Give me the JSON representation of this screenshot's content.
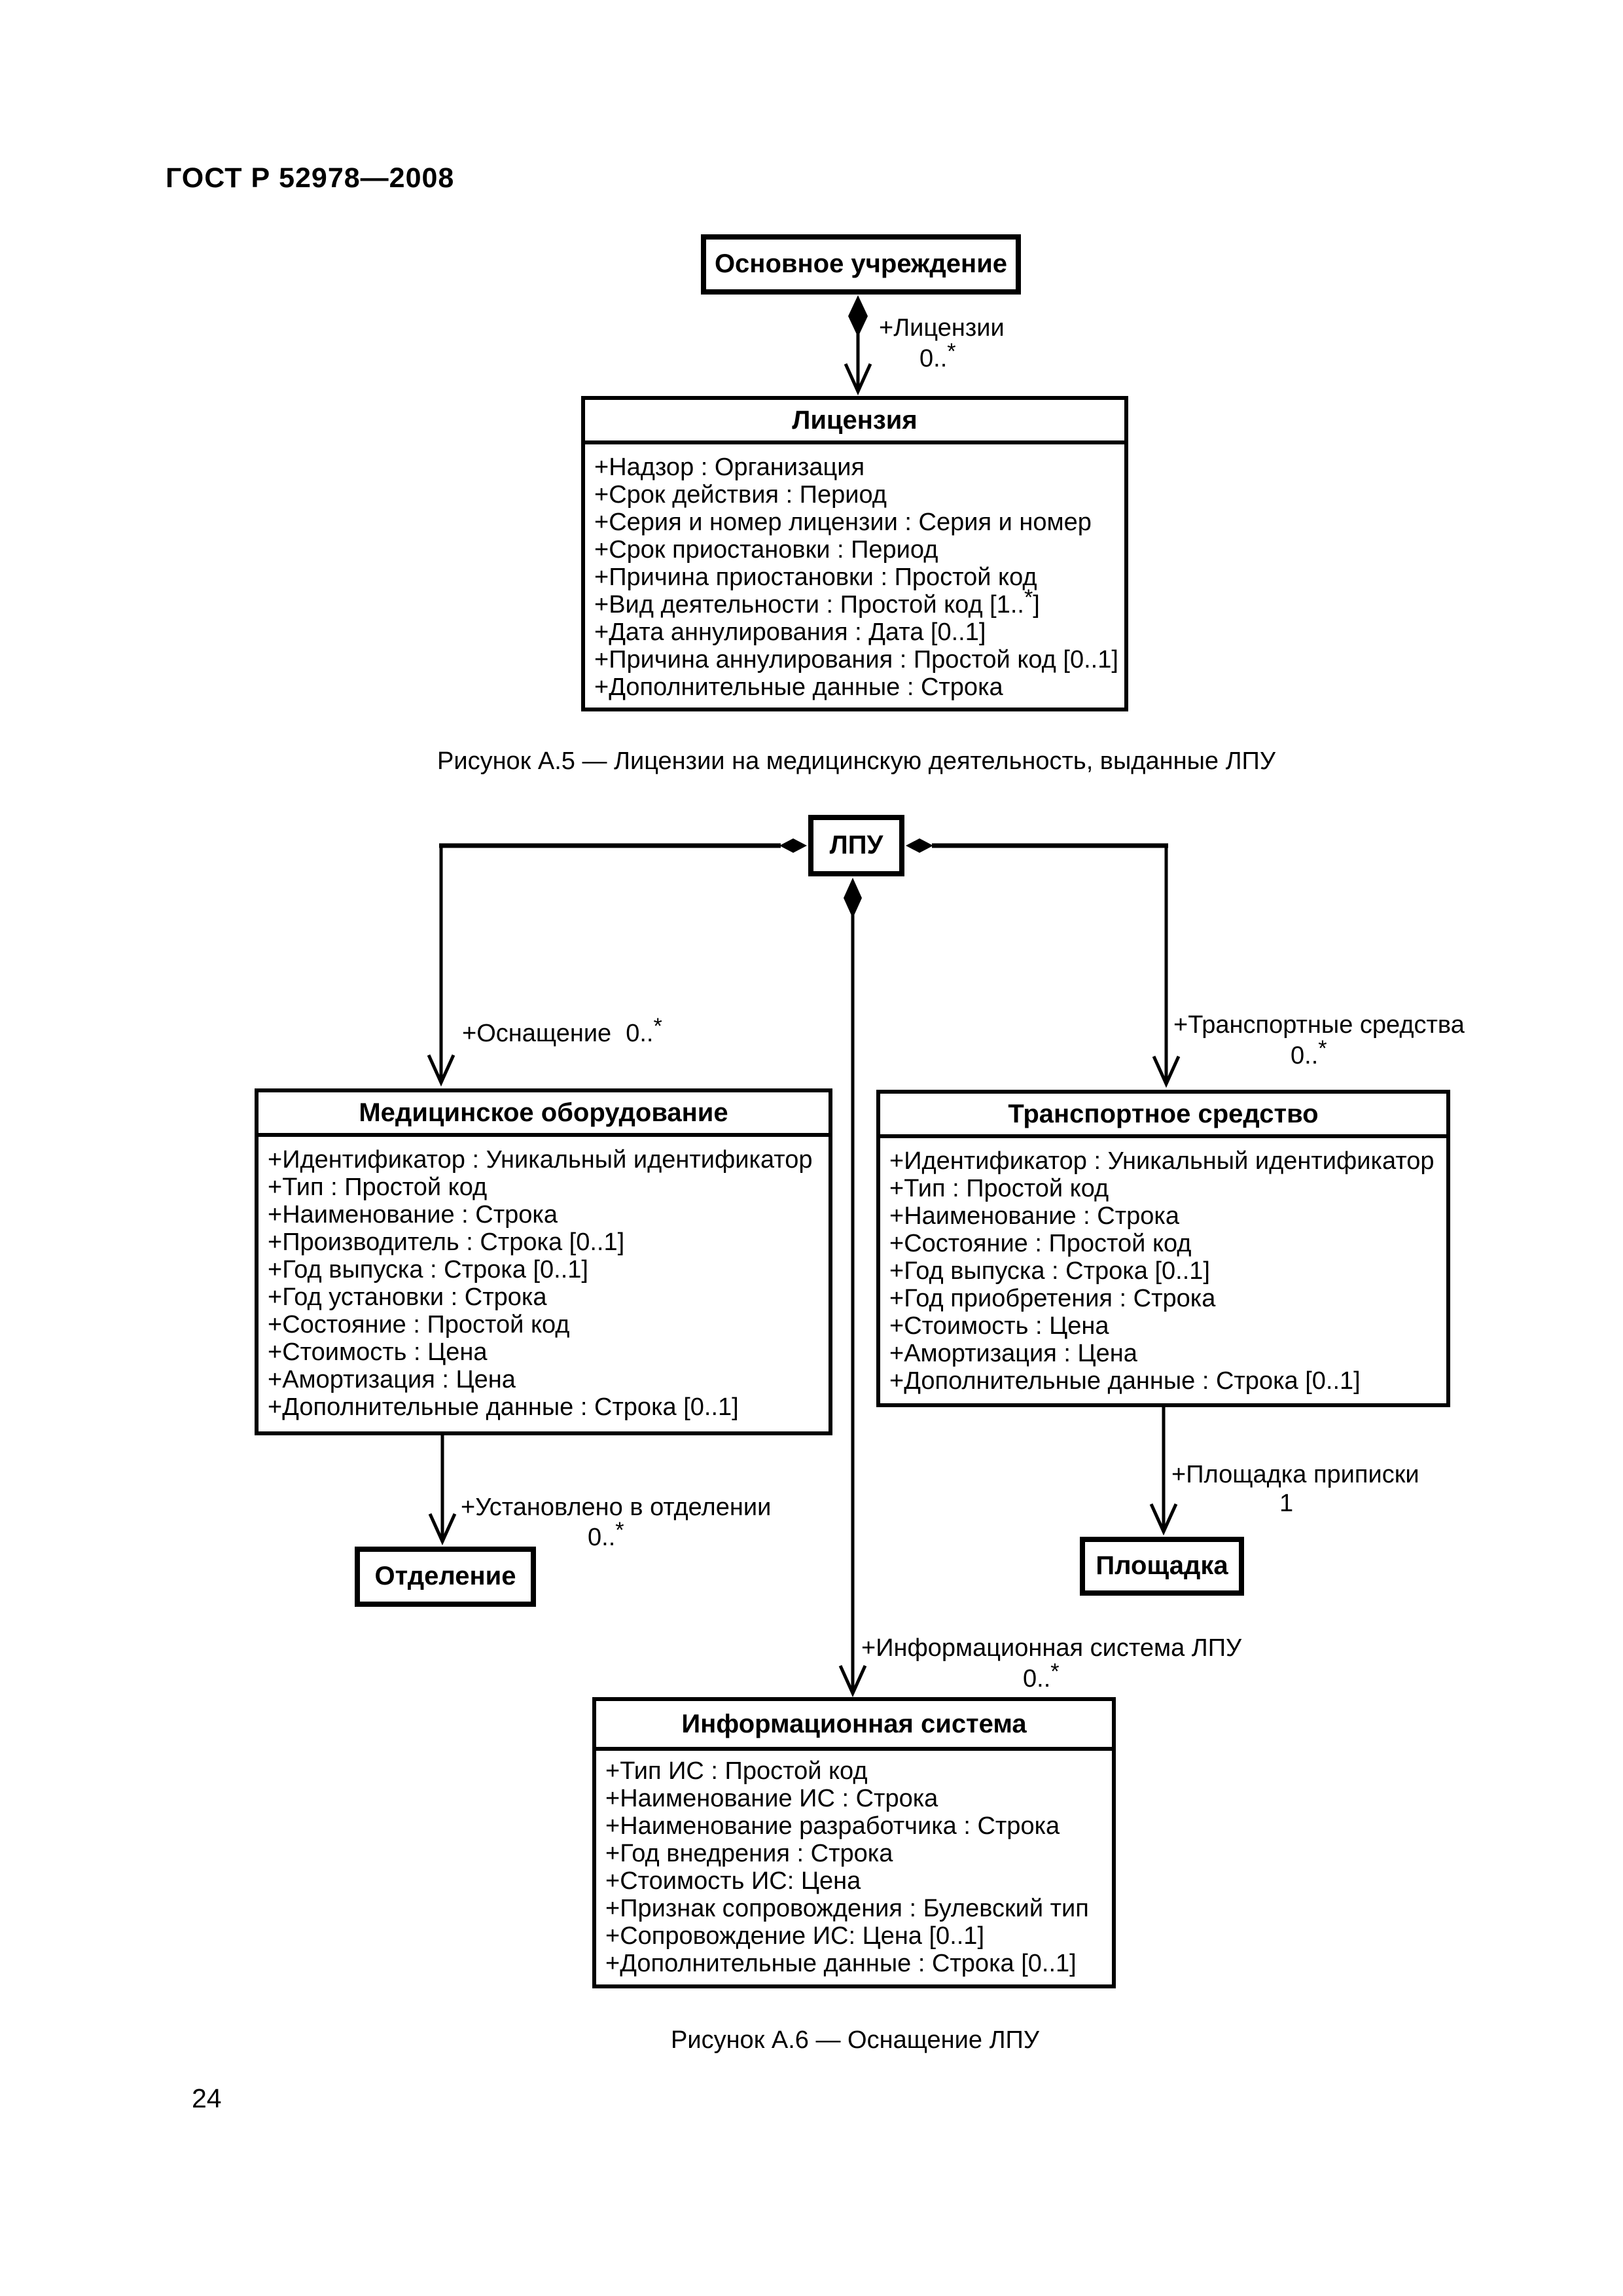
{
  "page": {
    "header": "ГОСТ Р 52978—2008",
    "page_number": "24",
    "ink_color": "#000000",
    "paper_color": "#ffffff"
  },
  "figure_a5": {
    "caption": "Рисунок А.5 — Лицензии на медицинскую деятельность, выданные ЛПУ",
    "parent_class": {
      "title": "Основное учреждение"
    },
    "association": {
      "role": "+Лицензии",
      "multiplicity": "0..*"
    },
    "license_class": {
      "title": "Лицензия",
      "attributes": [
        "+Надзор : Организация",
        "+Срок действия : Период",
        "+Серия и номер лицензии : Серия и номер",
        "+Срок приостановки : Период",
        "+Причина приостановки : Простой код",
        "+Вид деятельности : Простой код [1..*]",
        "+Дата аннулирования : Дата [0..1]",
        "+Причина аннулирования : Простой код [0..1]",
        "+Дополнительные данные : Строка"
      ]
    }
  },
  "figure_a6": {
    "caption": "Рисунок А.6 — Оснащение ЛПУ",
    "root_class": {
      "title": "ЛПУ"
    },
    "associations": {
      "equipment": {
        "role": "+Оснащение",
        "multiplicity": "0..*"
      },
      "transport": {
        "role": "+Транспортные средства",
        "multiplicity": "0..*"
      },
      "information_system": {
        "role": "+Информационная система ЛПУ",
        "multiplicity": "0..*"
      },
      "department": {
        "role": "+Установлено в отделении",
        "multiplicity": "0..*"
      },
      "site": {
        "role": "+Площадка приписки",
        "multiplicity": "1"
      }
    },
    "medical_equipment_class": {
      "title": "Медицинское оборудование",
      "attributes": [
        "+Идентификатор : Уникальный идентификатор",
        "+Тип : Простой код",
        "+Наименование : Строка",
        "+Производитель : Строка [0..1]",
        "+Год выпуска : Строка [0..1]",
        "+Год установки : Строка",
        "+Состояние : Простой код",
        "+Стоимость : Цена",
        "+Амортизация : Цена",
        "+Дополнительные данные : Строка [0..1]"
      ]
    },
    "vehicle_class": {
      "title": "Транспортное средство",
      "attributes": [
        "+Идентификатор : Уникальный идентификатор",
        "+Тип : Простой код",
        "+Наименование : Строка",
        "+Состояние : Простой код",
        "+Год выпуска : Строка [0..1]",
        "+Год приобретения : Строка",
        "+Стоимость : Цена",
        "+Амортизация : Цена",
        "+Дополнительные данные : Строка [0..1]"
      ]
    },
    "information_system_class": {
      "title": "Информационная система",
      "attributes": [
        "+Тип ИС : Простой код",
        "+Наименование ИС : Строка",
        "+Наименование разработчика : Строка",
        "+Год внедрения : Строка",
        "+Стоимость ИС: Цена",
        "+Признак сопровождения : Булевский тип",
        "+Сопровождение ИС: Цена [0..1]",
        "+Дополнительные данные : Строка [0..1]"
      ]
    },
    "department_class": {
      "title": "Отделение"
    },
    "site_class": {
      "title": "Площадка"
    }
  }
}
